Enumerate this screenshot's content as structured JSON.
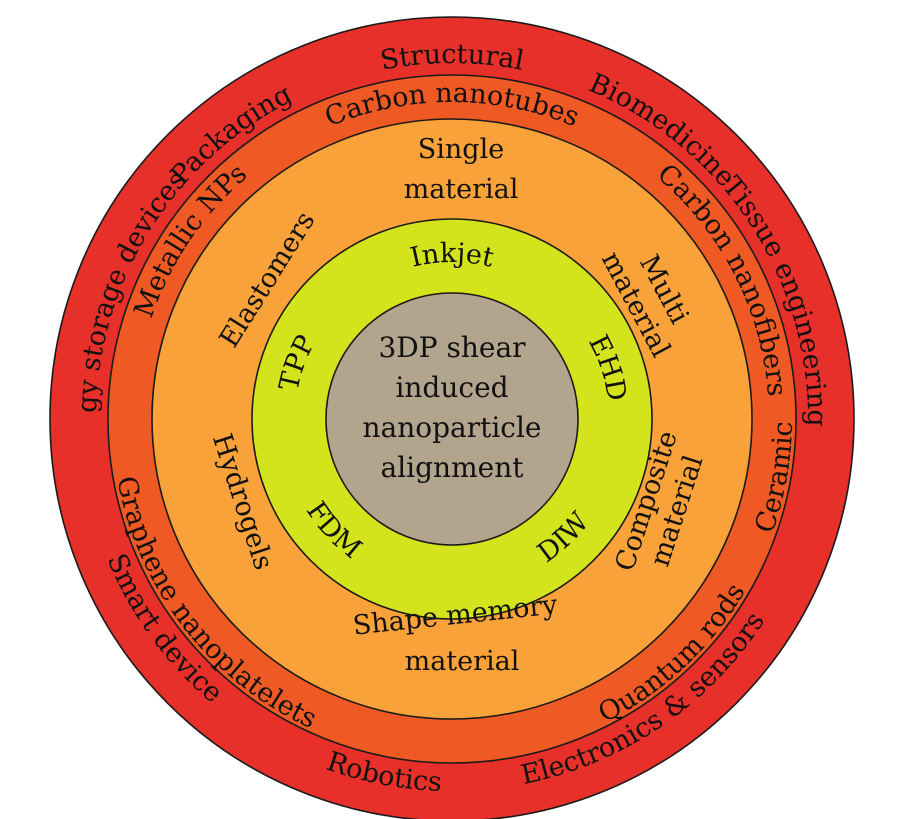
{
  "center": {
    "lines": [
      "3DP shear",
      "induced",
      "nanoparticle",
      "alignment"
    ]
  },
  "rings": {
    "methods": {
      "labels": [
        "Inkjet",
        "EHD",
        "FDM",
        "DIW",
        "TPP"
      ]
    },
    "materials": {
      "single": [
        "Single",
        "material"
      ],
      "multi": [
        "Multi",
        "material"
      ],
      "composite": [
        "Composite",
        "material"
      ],
      "shape_memory": [
        "Shape memory",
        "material"
      ],
      "hydrogels": "Hydrogels",
      "elastomers": "Elastomers"
    },
    "nanoparticles": {
      "labels": [
        "Carbon nanotubes",
        "Carbon nanofibers",
        "Graphene nanoplatelets",
        "Quantum rods",
        "Ceramics",
        "Metallic NPs"
      ]
    },
    "applications": {
      "labels": [
        "Structural",
        "Biomedicine",
        "Tissue engineering",
        "Smart device",
        "Robotics",
        "Electronics & sensors",
        "Energy storage devices",
        "Packaging"
      ]
    }
  },
  "colors": {
    "outer_ring": "#e8302a",
    "nanoparticle_ring": "#ef5a24",
    "material_ring": "#f9a23a",
    "method_ring": "#d4e41c",
    "center": "#b3a48e"
  }
}
